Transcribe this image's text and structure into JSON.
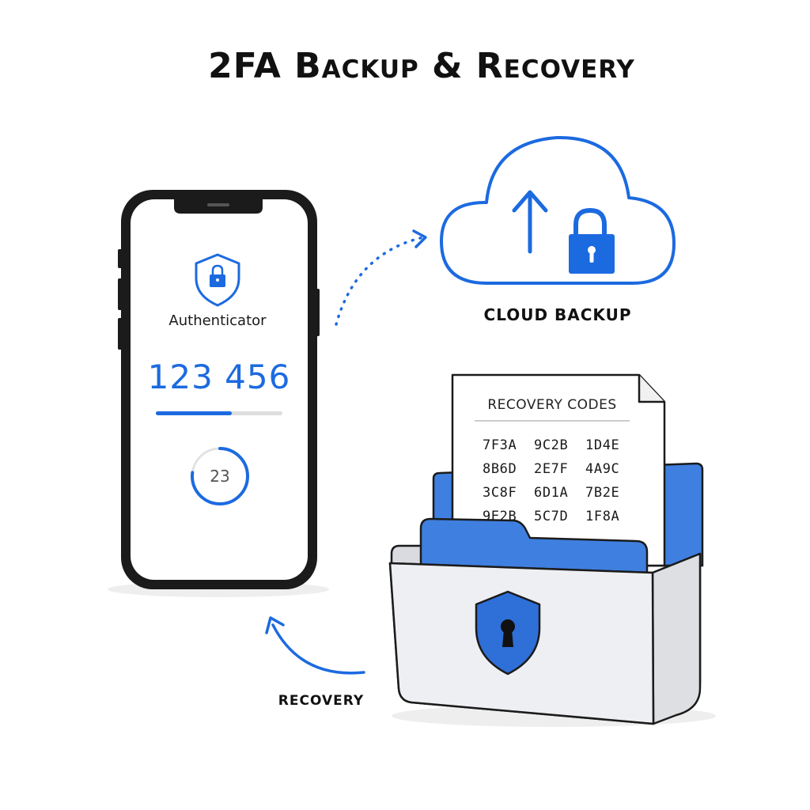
{
  "title": "2FA Backup & Recovery",
  "phone": {
    "app_name": "Authenticator",
    "otp_code": "123 456",
    "code_progress": 0.6,
    "timer_seconds": "23",
    "timer_fraction": 0.77
  },
  "cloud": {
    "label": "CLOUD BACKUP"
  },
  "vault": {
    "paper_title": "RECOVERY CODES",
    "codes": [
      "7F3A  9C2B  1D4E",
      "8B6D  2E7F  4A9C",
      "3C8F  6D1A  7B2E",
      "9E2B  5C7D  1F8A"
    ]
  },
  "recovery": {
    "label": "RECOVERY"
  },
  "colors": {
    "accent": "#1c6ae0",
    "dark": "#111111",
    "folder": "#3f7fe0"
  },
  "icons": [
    "shield-lock-icon",
    "cloud-icon",
    "upload-arrow-icon",
    "padlock-icon",
    "shield-keyhole-icon"
  ]
}
